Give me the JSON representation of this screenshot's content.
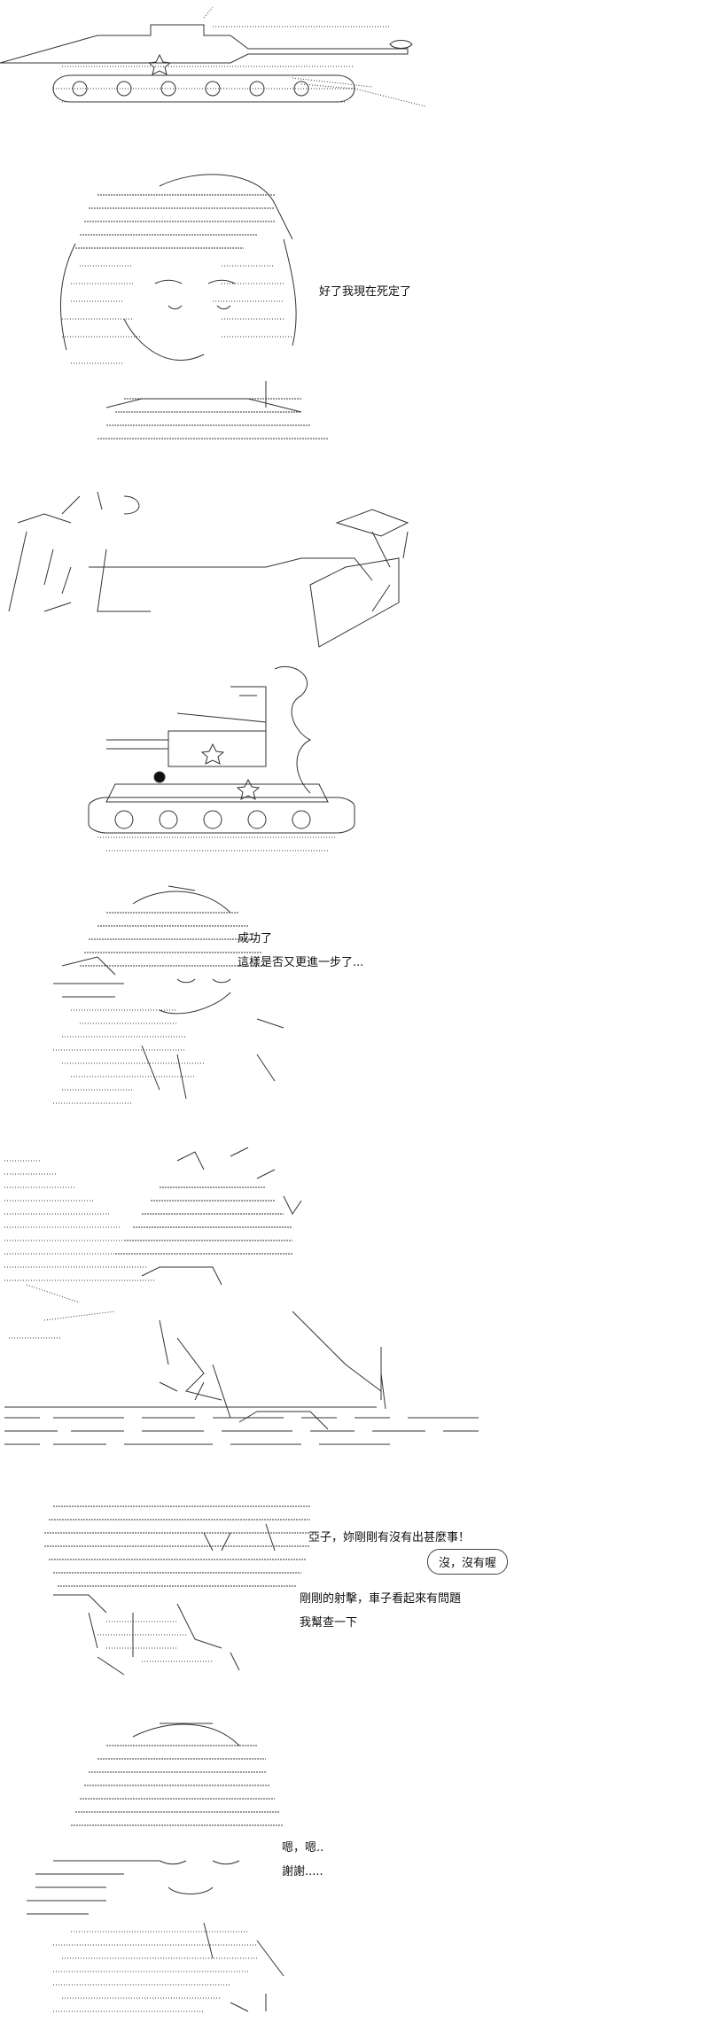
{
  "panels": [
    {
      "id": "tank-intro",
      "lines": []
    },
    {
      "id": "girl-scared",
      "lines": [
        "好了我現在死定了"
      ]
    },
    {
      "id": "sfx-gaaan",
      "lines": []
    },
    {
      "id": "tank-shot",
      "lines": []
    },
    {
      "id": "girl-success",
      "lines": [
        "成功了",
        "這樣是否又更進一步了..."
      ]
    },
    {
      "id": "explosion",
      "lines": []
    },
    {
      "id": "dialog-group",
      "lines": [
        "亞子，妳剛剛有沒有出甚麼事！",
        "剛剛的射擊，車子看起來有問題",
        "我幫查一下"
      ],
      "bubble": "沒，沒有喔"
    },
    {
      "id": "girl-thanks",
      "lines": [
        "嗯，嗯..",
        "謝謝....."
      ]
    }
  ]
}
